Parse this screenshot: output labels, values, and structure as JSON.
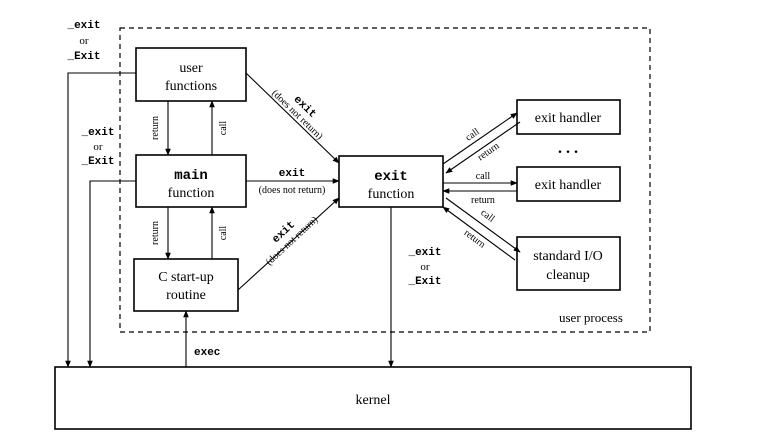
{
  "diagram": {
    "boxes": {
      "user_functions": [
        "user",
        "functions"
      ],
      "main_function": [
        "main",
        "function"
      ],
      "c_startup": [
        "C start-up",
        "routine"
      ],
      "exit_function": [
        "exit",
        "function"
      ],
      "exit_handler_1": "exit handler",
      "exit_handler_2": "exit handler",
      "stdio_cleanup": [
        "standard I/O",
        "cleanup"
      ],
      "kernel": "kernel"
    },
    "region_label": "user process",
    "ellipsis": ". . .",
    "labels": {
      "exit_mono": "exit",
      "does_not_return": "(does not return)",
      "underscore_exit": "_exit",
      "or": "or",
      "underscore_Exit": "_Exit",
      "return": "return",
      "call": "call",
      "exec": "exec"
    }
  },
  "colors": {
    "ink": "#000000",
    "background": "#ffffff"
  }
}
